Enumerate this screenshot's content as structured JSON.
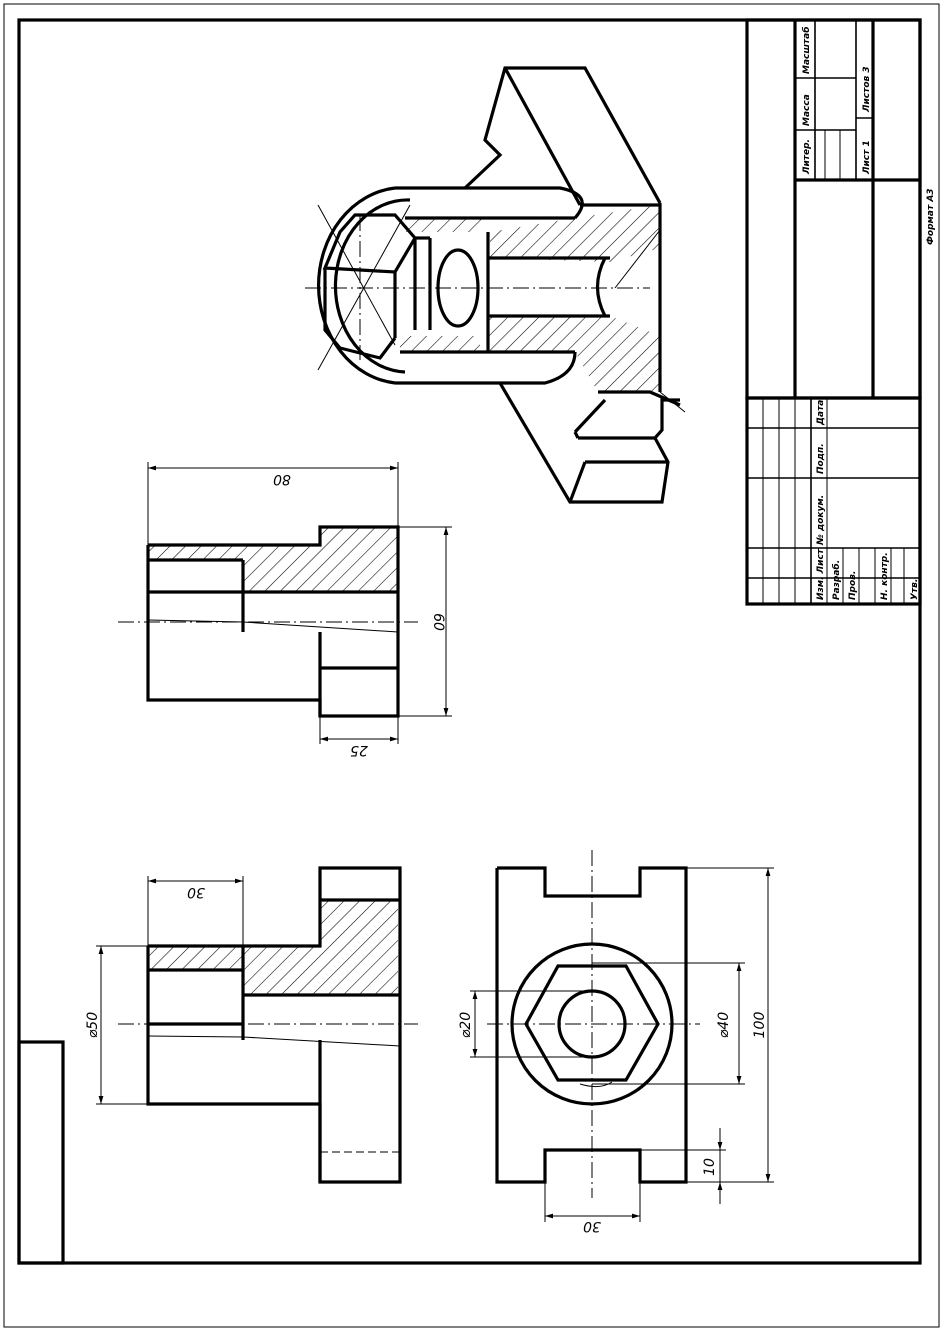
{
  "title_block": {
    "top_section": {
      "lit_label": "Литер.",
      "mass_label": "Масса",
      "scale_label": "Масштаб",
      "sheet_label": "Лист 1",
      "sheets_label": "Листов 3"
    },
    "rows": {
      "izm_list": "Изм. Лист",
      "doc_no": "№ докум.",
      "sign": "Подп.",
      "date": "Дата",
      "developed": "Разраб.",
      "checked": "Пров.",
      "n_control": "Н. контр.",
      "approved": "Утв."
    },
    "format": "Формат А3"
  },
  "dimensions": {
    "front_width": "80",
    "front_height": "60",
    "front_foot": "25",
    "side_depth": "30",
    "side_diameter": "⌀50",
    "top_inner_diameter": "⌀20",
    "top_outer_diameter": "⌀40",
    "top_height": "100",
    "top_slot_depth": "10",
    "top_slot_width": "30"
  }
}
